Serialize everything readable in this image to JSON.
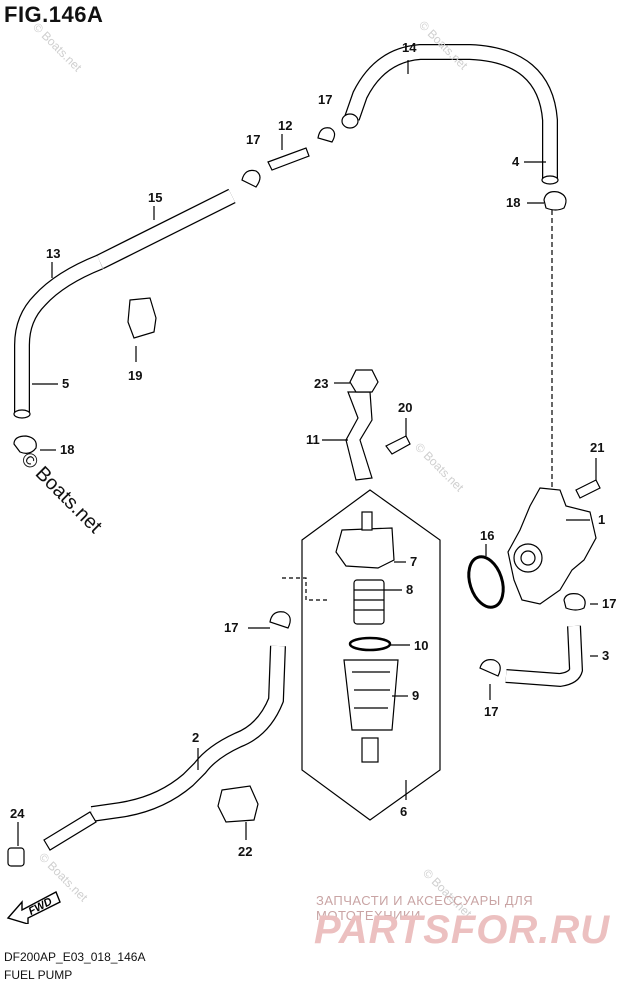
{
  "figure": {
    "title": "FIG.146A",
    "code": "DF200AP_E03_018_146A",
    "name": "FUEL PUMP"
  },
  "callouts": [
    "14",
    "17",
    "17",
    "12",
    "15",
    "4",
    "18",
    "13",
    "5",
    "18",
    "19",
    "23",
    "20",
    "11",
    "21",
    "1",
    "16",
    "7",
    "8",
    "17",
    "10",
    "3",
    "9",
    "2",
    "17",
    "24",
    "6",
    "22",
    "17"
  ],
  "watermarks": {
    "boats_small": "© Boats.net",
    "boats_large": "© Boats.net",
    "shop_tagline": "ЗАПЧАСТИ И АКСЕССУАРЫ ДЛЯ МОТОТЕХНИКИ",
    "shop_logo": "PARTSFOR.RU"
  },
  "fwd_label": "FWD"
}
